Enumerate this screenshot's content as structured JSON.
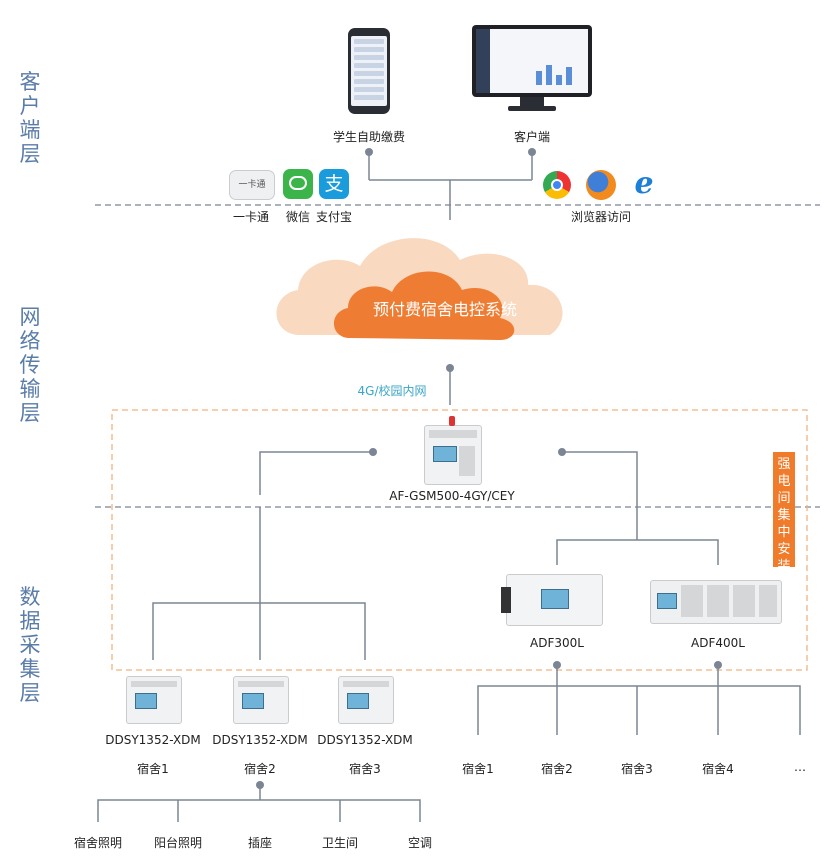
{
  "layers": {
    "client": [
      "客",
      "户",
      "端",
      "层"
    ],
    "network": [
      "网",
      "络",
      "传",
      "输",
      "层"
    ],
    "data": [
      "数",
      "据",
      "采",
      "集",
      "层"
    ]
  },
  "client": {
    "phone_label": "学生自助缴费",
    "pc_label": "客户端",
    "card_icon_text": "一卡通",
    "card_label": "一卡通",
    "wechat_label": "微信",
    "alipay_label": "支付宝",
    "alipay_glyph": "支",
    "browser_label": "浏览器访问"
  },
  "network": {
    "cloud_label": "预付费宿舍电控系统",
    "link_label": "4G/校园内网"
  },
  "gateway": {
    "model": "AF-GSM500-4GY/CEY",
    "install_tag": [
      "强",
      "电",
      "间",
      "集",
      "中",
      "安",
      "装"
    ]
  },
  "meters_left": [
    {
      "model": "DDSY1352-XDM",
      "room": "宿舍1"
    },
    {
      "model": "DDSY1352-XDM",
      "room": "宿舍2"
    },
    {
      "model": "DDSY1352-XDM",
      "room": "宿舍3"
    }
  ],
  "meters_right": [
    {
      "model": "ADF300L"
    },
    {
      "model": "ADF400L"
    }
  ],
  "rooms_right": [
    "宿舍1",
    "宿舍2",
    "宿舍3",
    "宿舍4",
    "…"
  ],
  "circuits": [
    "宿舍照明",
    "阳台照明",
    "插座",
    "卫生间",
    "空调"
  ],
  "colors": {
    "layer_text": "#5a7ca8",
    "line": "#7b8594",
    "orange": "#f07c2b",
    "cloud_light": "#f9d9bf",
    "cloud_dark": "#ee7d33",
    "link_text": "#3aa6c9"
  }
}
